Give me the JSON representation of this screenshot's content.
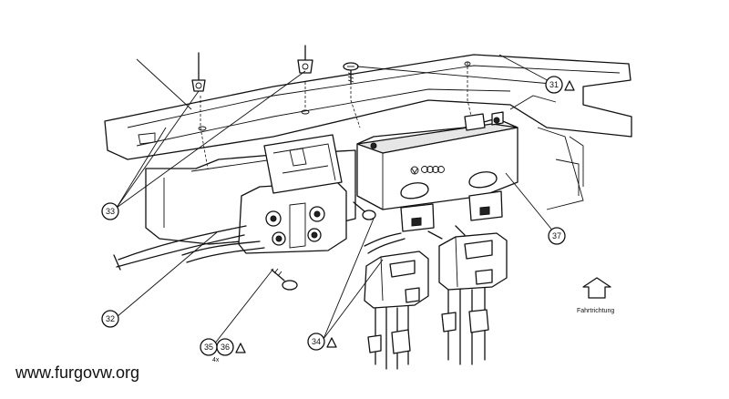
{
  "callouts": [
    {
      "id": "31",
      "label": "31",
      "warning": true
    },
    {
      "id": "32",
      "label": "32",
      "warning": false
    },
    {
      "id": "33",
      "label": "33",
      "warning": false
    },
    {
      "id": "34",
      "label": "34",
      "warning": true
    },
    {
      "id": "35",
      "label": "35",
      "warning": false
    },
    {
      "id": "36",
      "label": "36",
      "warning": true
    },
    {
      "id": "37",
      "label": "37",
      "warning": false
    }
  ],
  "quantity_note": "4x",
  "direction_label": "Fahrtrichtung",
  "watermark": "www.furgovw.org"
}
